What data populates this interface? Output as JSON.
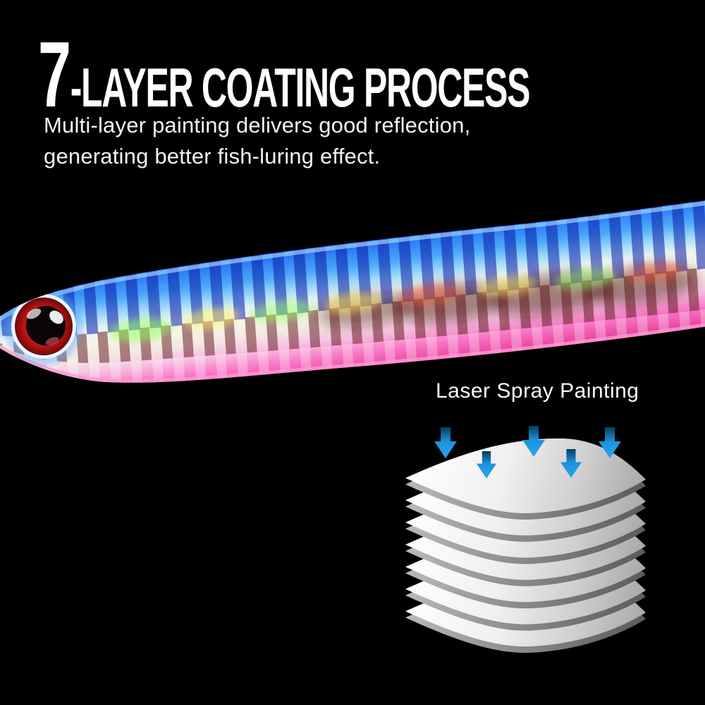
{
  "page": {
    "background_color": "#000000",
    "text_color": "#ffffff"
  },
  "header": {
    "title_number": "7",
    "title_text": "-LAYER COATING PROCESS",
    "subtitle_line1": "Multi-layer painting delivers good reflection,",
    "subtitle_line2": "generating better fish-luring effect."
  },
  "diagram": {
    "label": "Laser Spray Painting",
    "layer_count": 7,
    "arrow_count": 5,
    "arrow_color": "#1f9de9",
    "sheet_highlight_color": "#ffffff",
    "sheet_shadow_color": "#565656"
  },
  "product": {
    "subject": "holographic fishing lure",
    "body_top_color": "#2f7df5",
    "body_middle_color": "#f5f1e8",
    "body_belly_color": "#f35fb4",
    "stripe_color": "#0a1ca8",
    "eye_ring_color": "#b81414",
    "eye_pupil_color": "#0b0407"
  }
}
